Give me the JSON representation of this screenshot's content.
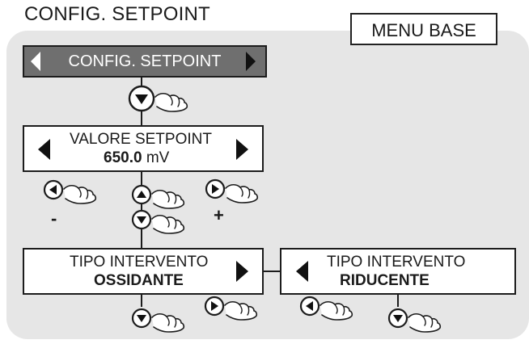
{
  "header": {
    "title": "CONFIG. SETPOINT",
    "menu_base": "MENU BASE"
  },
  "nav_bar": {
    "label": "CONFIG. SETPOINT"
  },
  "setpoint_box": {
    "line1": "VALORE SETPOINT",
    "value": "650.0",
    "unit": " mV"
  },
  "adjust": {
    "minus": "-",
    "plus": "+"
  },
  "tipo_ossidante": {
    "line1": "TIPO INTERVENTO",
    "line2": "OSSIDANTE"
  },
  "tipo_riducente": {
    "line1": "TIPO INTERVENTO",
    "line2": "RIDUCENTE"
  }
}
